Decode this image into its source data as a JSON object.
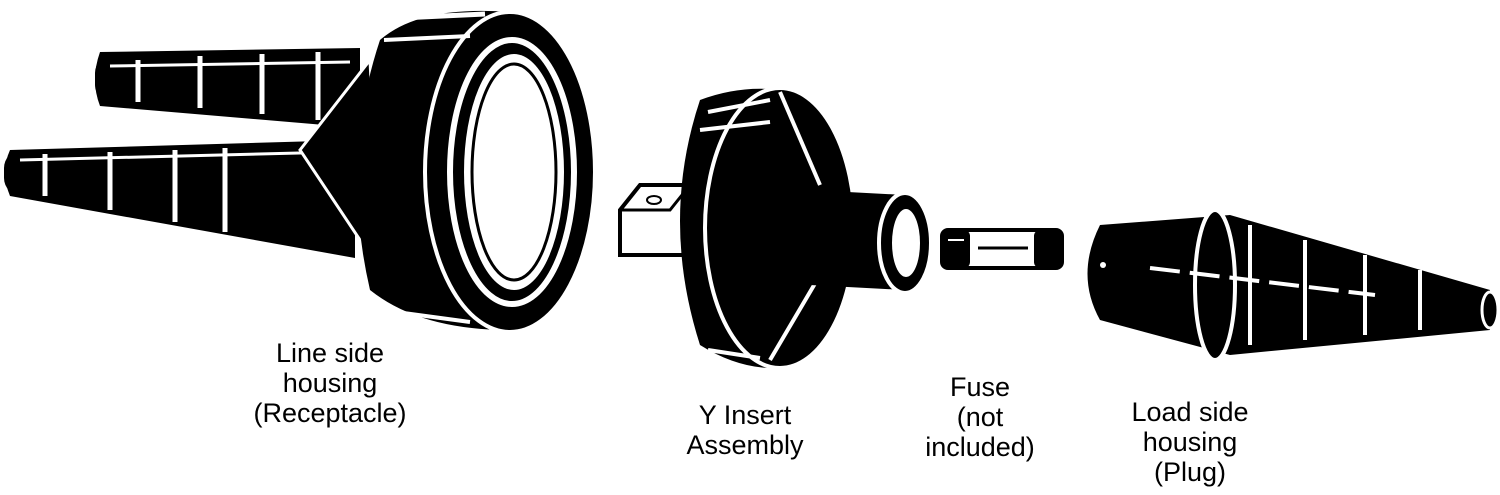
{
  "colors": {
    "body": "#000000",
    "highlight": "#ffffff",
    "background": "#ffffff"
  },
  "parts": [
    {
      "id": "line-side",
      "lines": [
        "Line side",
        "housing",
        "(Receptacle)"
      ]
    },
    {
      "id": "y-insert",
      "lines": [
        "Y Insert",
        "Assembly"
      ]
    },
    {
      "id": "fuse",
      "lines": [
        "Fuse",
        "(not",
        "included)"
      ]
    },
    {
      "id": "load-side",
      "lines": [
        "Load side",
        "housing",
        "(Plug)"
      ]
    }
  ]
}
